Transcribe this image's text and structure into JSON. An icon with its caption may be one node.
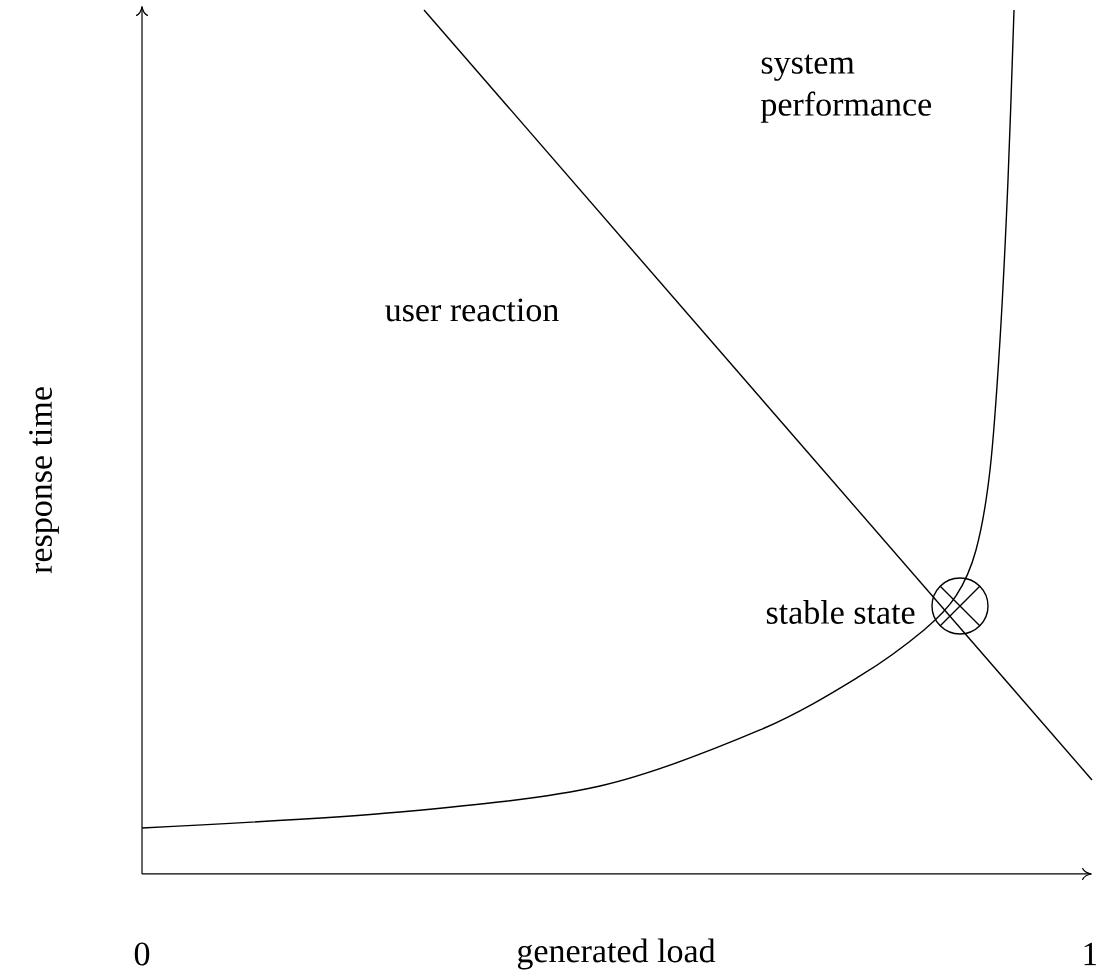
{
  "diagram": {
    "labels": [
      "system performance",
      "user reaction",
      "stable state",
      "response time",
      "0",
      "generated load",
      "1"
    ]
  }
}
